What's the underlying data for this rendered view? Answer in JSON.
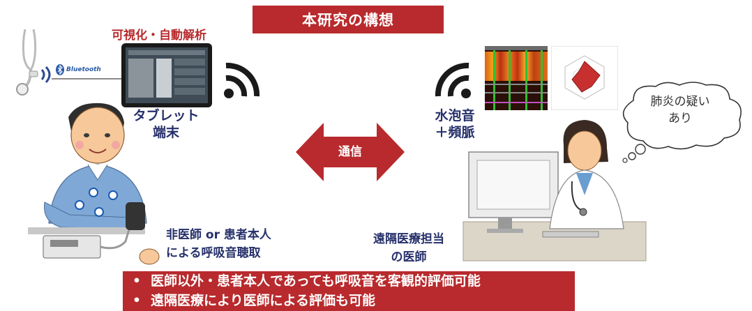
{
  "title": "本研究の構想",
  "visualization_label": "可視化・自動解析",
  "bluetooth_label": "Bluetooth",
  "tablet_label_line1": "タブレット",
  "tablet_label_line2": "端末",
  "comm_label": "通信",
  "sound_label_line1": "水泡音",
  "sound_label_line2": "＋頻脈",
  "thought_line1": "肺炎の疑い",
  "thought_line2": "あり",
  "patient_line1": "非医師 or 患者本人",
  "patient_line2": "による呼吸音聴取",
  "doctor_line1": "遠隔医療担当",
  "doctor_line2": "の医師",
  "bullets": [
    "医師以外・患者本人であっても呼吸音を客観的評価可能",
    "遠隔医療により医師による評価も可能"
  ],
  "bullet_symbol": "•",
  "colors": {
    "accent_red": "#b82a2d",
    "navy": "#26306a"
  }
}
